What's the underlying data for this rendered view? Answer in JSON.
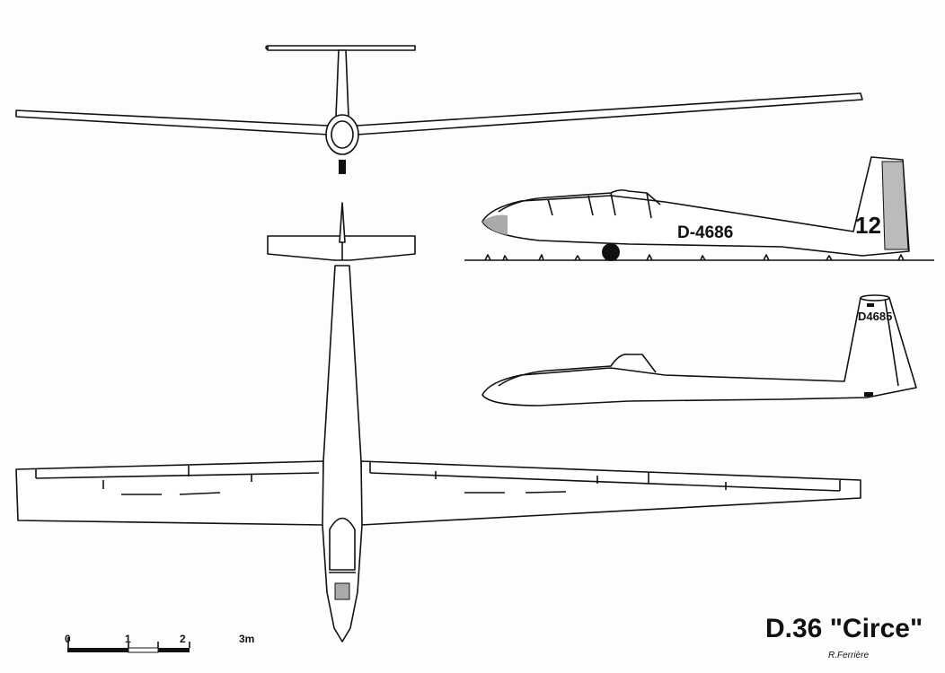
{
  "title": "D.36 \"Circe\"",
  "author": "R.Ferrière",
  "scale_bar": {
    "labels": [
      "0",
      "1",
      "2",
      "3m"
    ]
  },
  "side_view_upper": {
    "registration": "D-4686",
    "fin_number": "12"
  },
  "side_view_lower": {
    "registration": "D4685"
  }
}
